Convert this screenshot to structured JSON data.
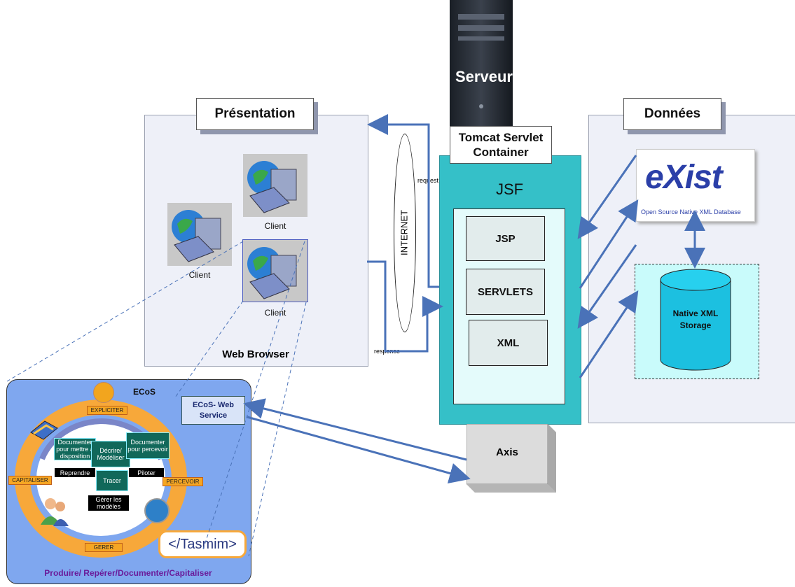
{
  "server": {
    "label": "Serveur"
  },
  "presentation": {
    "title": "Présentation",
    "clients": [
      "Client",
      "Client",
      "Client"
    ],
    "footer": "Web Browser"
  },
  "internet": {
    "label": "INTERNET",
    "request": "request",
    "response": "response"
  },
  "tomcat": {
    "title_line1": "Tomcat Servlet",
    "title_line2": "Container",
    "jsf": "JSF",
    "components": [
      "JSP",
      "SERVLETS",
      "XML"
    ]
  },
  "donnees": {
    "title": "Données",
    "exist_logo": "eXist",
    "exist_caption": "Open Source Native XML Database",
    "storage_line1": "Native XML",
    "storage_line2": "Storage"
  },
  "axis": {
    "label": "Axis"
  },
  "ecos": {
    "title": "ECoS",
    "web_service_line1": "ECoS- Web",
    "web_service_line2": "Service",
    "expliciter": "EXPLICITER",
    "capitaliser": "CAPITALISER",
    "percevoir": "PERCEVOIR",
    "gerer": "GERER",
    "documenter_dispo": "Documenter pour mettre à disposition",
    "decrire": "Décrire/ Modéliser",
    "documenter_percevoir": "Documenter pour percevoir",
    "reprendre": "Reprendre",
    "piloter": "Piloter",
    "tracer": "Tracer",
    "gerer_modeles": "Gérer les modèles",
    "tasmim": "</Tasmim>",
    "footer": "Produire/ Repérer/Documenter/Capitaliser"
  },
  "colors": {
    "teal": "#35c0c8",
    "jsf_inner": "#e4fbfb",
    "arrow": "#4a72b8",
    "ecos_bg": "#7fa7ef",
    "ring": "#f7a83a",
    "footer_purple": "#6a1b9a"
  }
}
